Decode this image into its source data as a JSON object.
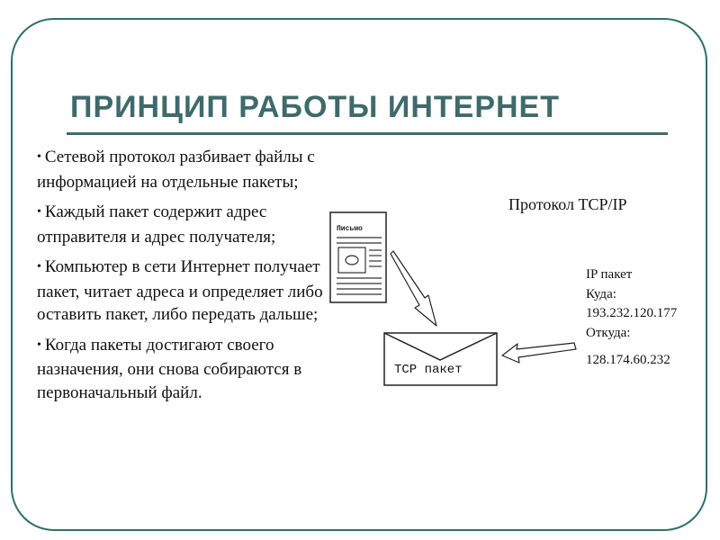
{
  "slide": {
    "title": "ПРИНЦИП РАБОТЫ ИНТЕРНЕТ",
    "bullets": [
      "Сетевой протокол разбивает файлы с информацией на отдельные пакеты;",
      "Каждый пакет содержит адрес отправителя и адрес получателя;",
      "Компьютер в сети Интернет получает пакет, читает адреса и определяет либо оставить пакет, либо передать дальше;",
      "Когда пакеты достигают своего назначения, они снова собираются в первоначальный файл."
    ],
    "bullet_glyph": "•"
  },
  "diagram": {
    "protocol_label": "Протокол TCP/IP",
    "letter_label": "Письмо",
    "envelope_label": "TCP пакет",
    "ip_packet_label": "IP пакет",
    "to_label": "Куда:",
    "to_address": "193.232.120.177",
    "from_label": "Откуда:",
    "from_address": "128.174.60.232"
  },
  "colors": {
    "accent": "#3e6a6b",
    "frame": "#2f6f6a",
    "text": "#111111"
  }
}
